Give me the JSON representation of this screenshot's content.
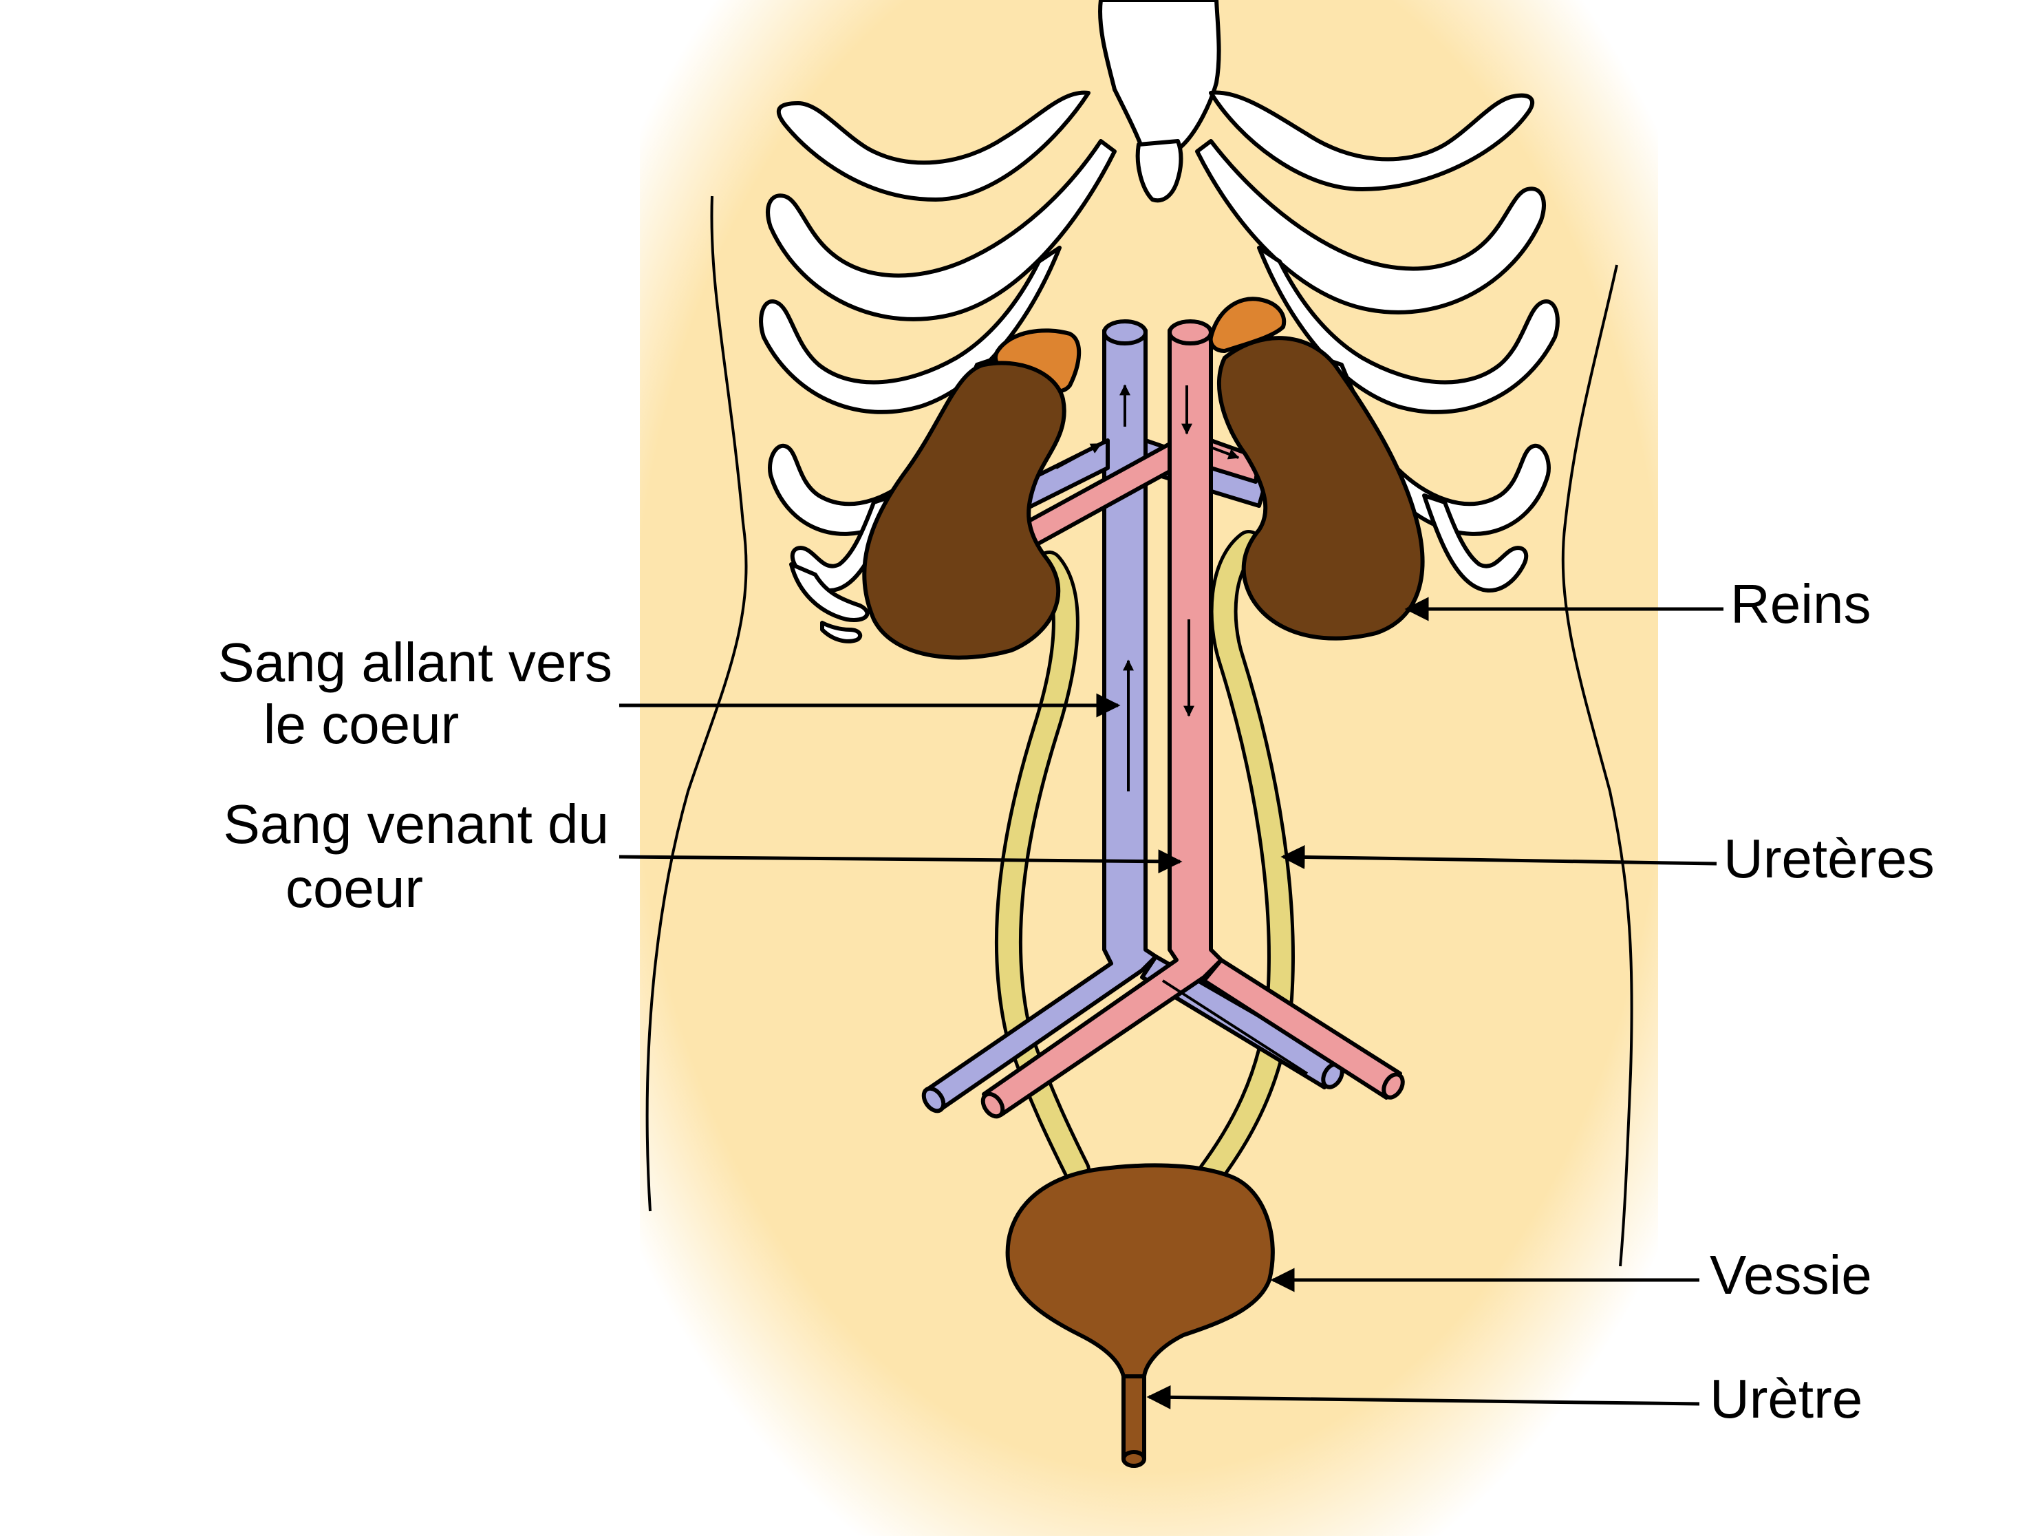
{
  "labels": {
    "reins": "Reins",
    "sang_allant_line1": "Sang allant vers",
    "sang_allant_line2": "le coeur",
    "sang_venant_line1": "Sang venant du",
    "sang_venant_line2": "coeur",
    "ureteres": "Uretères",
    "vessie": "Vessie",
    "uretre": "Urètre"
  },
  "colors": {
    "skin": "#fde5ad",
    "bone": "#ffffff",
    "kidney": "#6e4015",
    "adrenal": "#dd8430",
    "vein": "#aaaadf",
    "artery": "#ee9c9e",
    "ureter": "#e6d77e",
    "bladder": "#92531c"
  }
}
